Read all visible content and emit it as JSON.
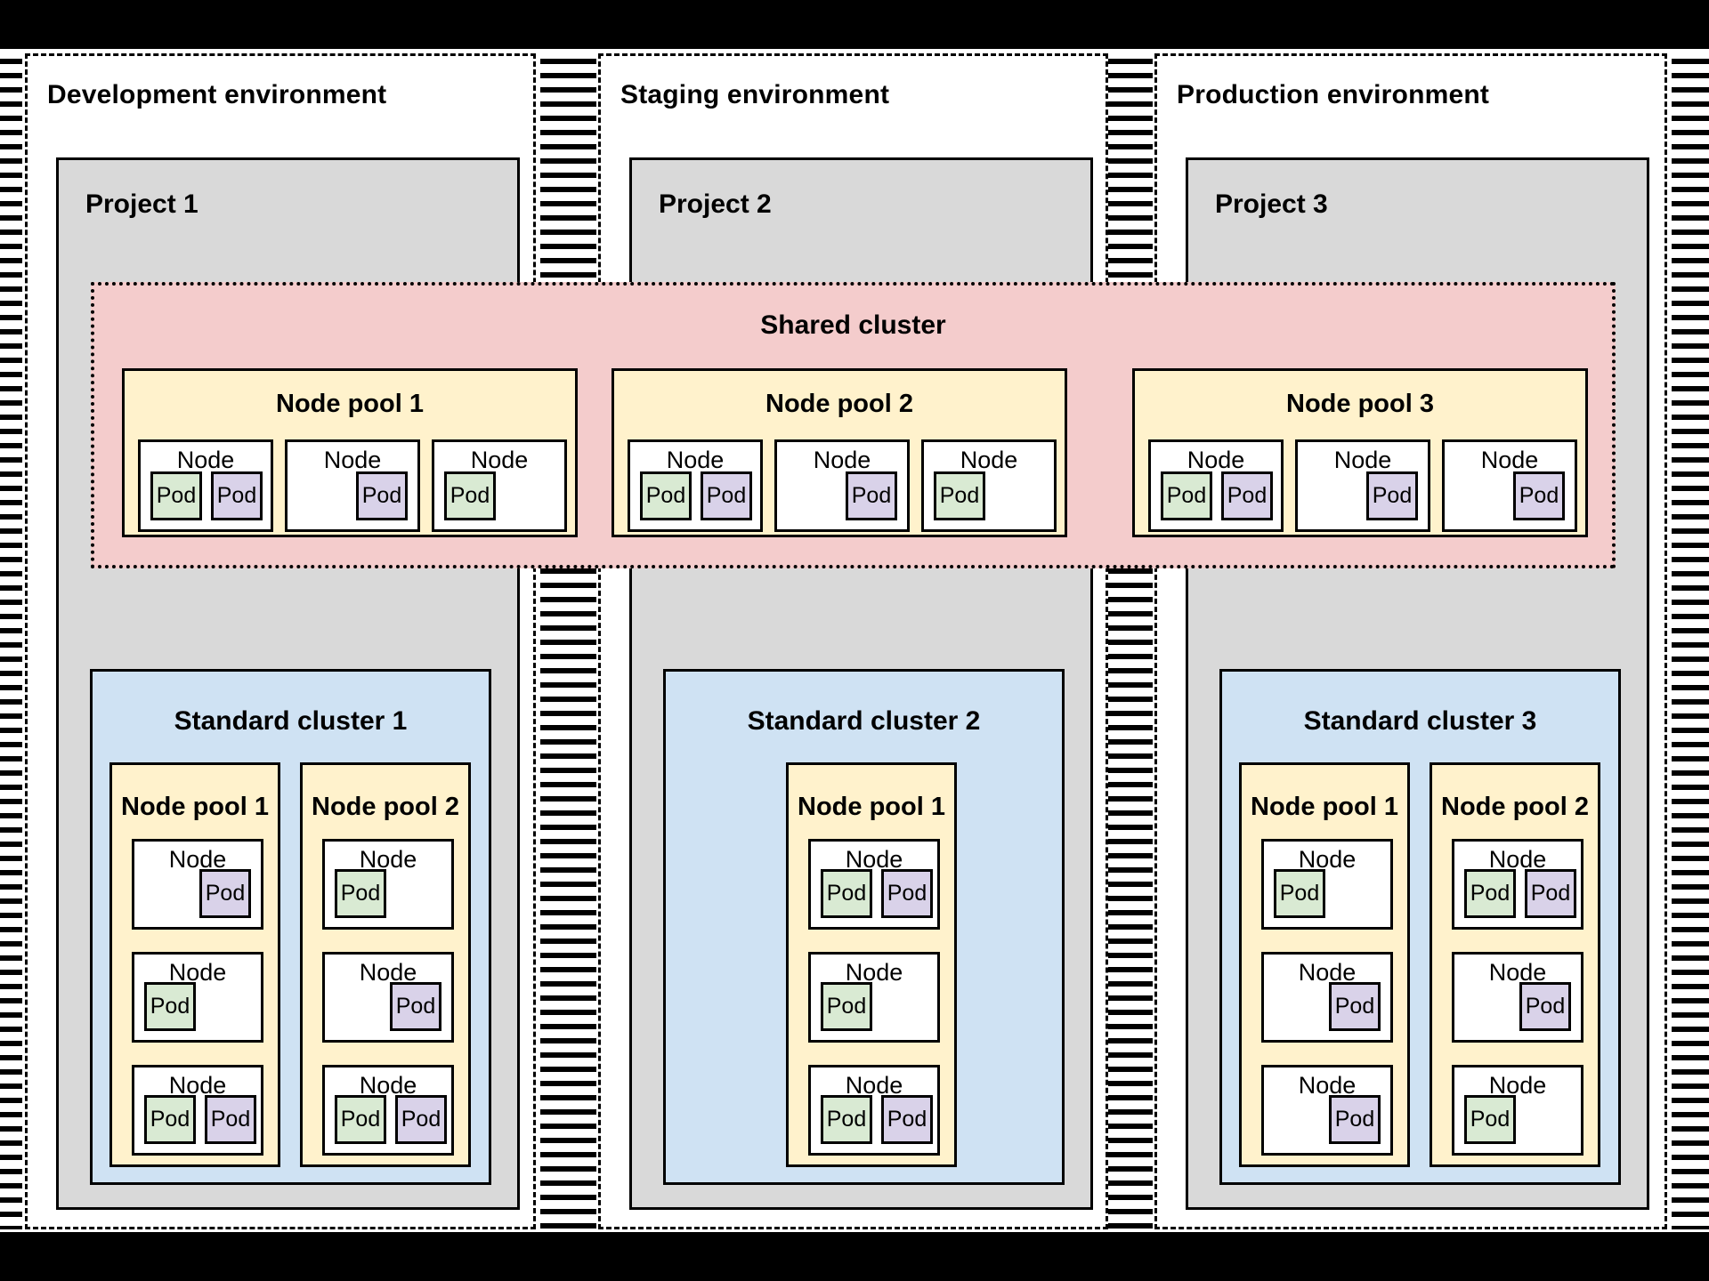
{
  "labels": {
    "node": "Node",
    "pod": "Pod"
  },
  "colors": {
    "project_fill": "#d9d9d9",
    "shared_cluster_fill": "#f4cccc",
    "node_pool_fill": "#fff2cc",
    "node_fill": "#ffffff",
    "pod_green": "#d9ead3",
    "pod_purple": "#d9d2e9",
    "standard_cluster_fill": "#cfe2f3",
    "frame": "#000000"
  },
  "shared_cluster": {
    "title": "Shared cluster",
    "node_pools": [
      {
        "title": "Node pool 1",
        "nodes": [
          {
            "pods": [
              "green",
              "purple"
            ]
          },
          {
            "pods": [
              "purple"
            ],
            "align": "right"
          },
          {
            "pods": [
              "green"
            ],
            "align": "left"
          }
        ]
      },
      {
        "title": "Node pool 2",
        "nodes": [
          {
            "pods": [
              "green",
              "purple"
            ]
          },
          {
            "pods": [
              "purple"
            ],
            "align": "right"
          },
          {
            "pods": [
              "green"
            ],
            "align": "left"
          }
        ]
      },
      {
        "title": "Node pool 3",
        "nodes": [
          {
            "pods": [
              "green",
              "purple"
            ]
          },
          {
            "pods": [
              "purple"
            ],
            "align": "right"
          },
          {
            "pods": [
              "purple"
            ],
            "align": "right"
          }
        ]
      }
    ]
  },
  "environments": [
    {
      "title": "Development environment",
      "project": "Project 1",
      "cluster": {
        "title": "Standard cluster 1",
        "node_pools": [
          {
            "title": "Node pool 1",
            "nodes": [
              {
                "pods": [
                  "purple"
                ],
                "align": "right"
              },
              {
                "pods": [
                  "green"
                ],
                "align": "left"
              },
              {
                "pods": [
                  "green",
                  "purple"
                ]
              }
            ]
          },
          {
            "title": "Node pool 2",
            "nodes": [
              {
                "pods": [
                  "green"
                ],
                "align": "left"
              },
              {
                "pods": [
                  "purple"
                ],
                "align": "right"
              },
              {
                "pods": [
                  "green",
                  "purple"
                ]
              }
            ]
          }
        ]
      }
    },
    {
      "title": "Staging environment",
      "project": "Project 2",
      "cluster": {
        "title": "Standard cluster 2",
        "node_pools": [
          {
            "title": "Node pool 1",
            "nodes": [
              {
                "pods": [
                  "green",
                  "purple"
                ]
              },
              {
                "pods": [
                  "green"
                ],
                "align": "left"
              },
              {
                "pods": [
                  "green",
                  "purple"
                ]
              }
            ]
          }
        ]
      }
    },
    {
      "title": "Production environment",
      "project": "Project 3",
      "cluster": {
        "title": "Standard cluster 3",
        "node_pools": [
          {
            "title": "Node pool 1",
            "nodes": [
              {
                "pods": [
                  "green"
                ],
                "align": "left"
              },
              {
                "pods": [
                  "purple"
                ],
                "align": "right"
              },
              {
                "pods": [
                  "purple"
                ],
                "align": "right"
              }
            ]
          },
          {
            "title": "Node pool 2",
            "nodes": [
              {
                "pods": [
                  "green",
                  "purple"
                ]
              },
              {
                "pods": [
                  "purple"
                ],
                "align": "right"
              },
              {
                "pods": [
                  "green"
                ],
                "align": "left"
              }
            ]
          }
        ]
      }
    }
  ]
}
